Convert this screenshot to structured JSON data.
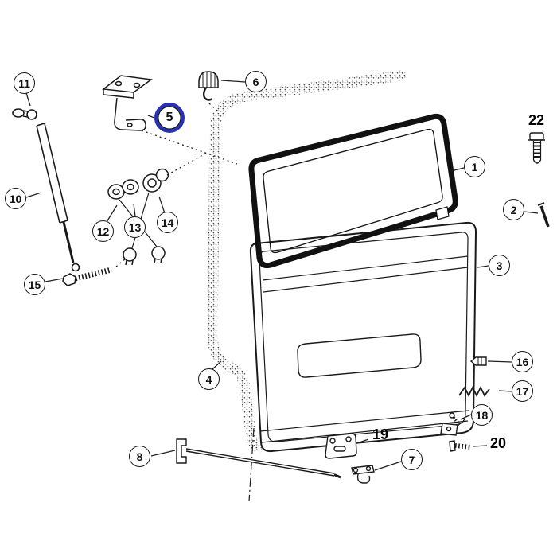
{
  "diagram": {
    "type": "exploded-parts-diagram",
    "background_color": "#ffffff",
    "line_color": "#1a1a1a",
    "highlight_color": "#2730b8",
    "callouts": [
      {
        "label": "11",
        "style": "circle"
      },
      {
        "label": "10",
        "style": "circle"
      },
      {
        "label": "15",
        "style": "circle"
      },
      {
        "label": "12",
        "style": "circle"
      },
      {
        "label": "13",
        "style": "circle"
      },
      {
        "label": "14",
        "style": "circle"
      },
      {
        "label": "5",
        "style": "circle-highlight"
      },
      {
        "label": "6",
        "style": "circle"
      },
      {
        "label": "1",
        "style": "circle"
      },
      {
        "label": "2",
        "style": "circle"
      },
      {
        "label": "3",
        "style": "circle"
      },
      {
        "label": "4",
        "style": "circle"
      },
      {
        "label": "8",
        "style": "circle"
      },
      {
        "label": "7",
        "style": "circle"
      },
      {
        "label": "16",
        "style": "circle"
      },
      {
        "label": "17",
        "style": "circle"
      },
      {
        "label": "18",
        "style": "circle"
      },
      {
        "label": "19",
        "style": "bold"
      },
      {
        "label": "20",
        "style": "bold"
      },
      {
        "label": "22",
        "style": "bold"
      }
    ]
  }
}
